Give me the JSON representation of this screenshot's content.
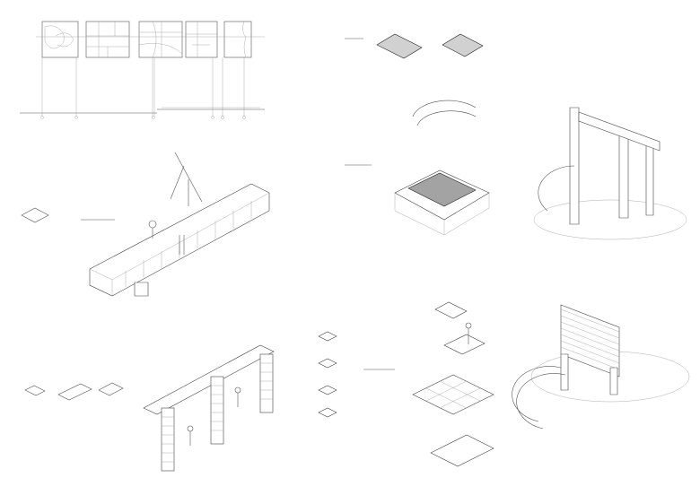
{
  "sheet": {
    "background": "#ffffff",
    "line_color": "#555555",
    "hatch_color": "#666666"
  },
  "panels": [
    {
      "name": "elevation-strip"
    },
    {
      "name": "block-assembly-isometric"
    },
    {
      "name": "frame-assembly-isometric"
    },
    {
      "name": "grid-modules"
    },
    {
      "name": "stand-assembly"
    },
    {
      "name": "component-stacking"
    },
    {
      "name": "portal-structure"
    },
    {
      "name": "screen-structure"
    }
  ]
}
